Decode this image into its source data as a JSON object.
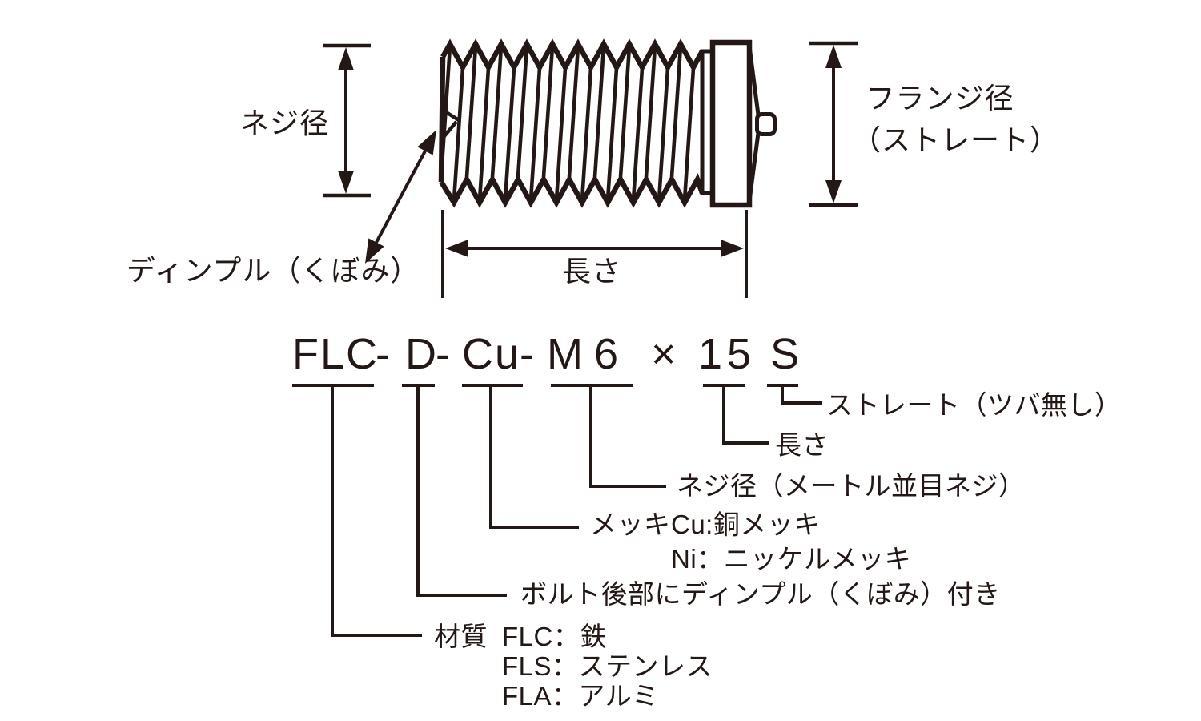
{
  "colors": {
    "ink": "#231815",
    "background": "#ffffff"
  },
  "drawing_labels": {
    "thread_diameter": "ネジ径",
    "flange_diameter": "フランジ径",
    "flange_diameter_sub": "（ストレート）",
    "dimple": "ディンプル（くぼみ）",
    "length": "長さ"
  },
  "part_number": {
    "full": "FLC-D-Cu-M6×15S",
    "segments": {
      "material": "FLC",
      "sep1": "-",
      "dimple": "D",
      "sep2": "-",
      "plating": "Cu",
      "sep3": "-",
      "thread": "M6",
      "times": "×",
      "length": "15",
      "shape": "S"
    }
  },
  "legend": {
    "shape": "ストレート（ツバ無し）",
    "length": "長さ",
    "thread_diameter": "ネジ径（メートル並目ネジ）",
    "plating_label": "メッキ",
    "plating_options": [
      "Cu:銅メッキ",
      "Ni：ニッケルメッキ"
    ],
    "dimple": "ボルト後部にディンプル（くぼみ）付き",
    "material_label": "材質",
    "material_options": [
      "FLC：鉄",
      "FLS：ステンレス",
      "FLA：アルミ"
    ]
  }
}
